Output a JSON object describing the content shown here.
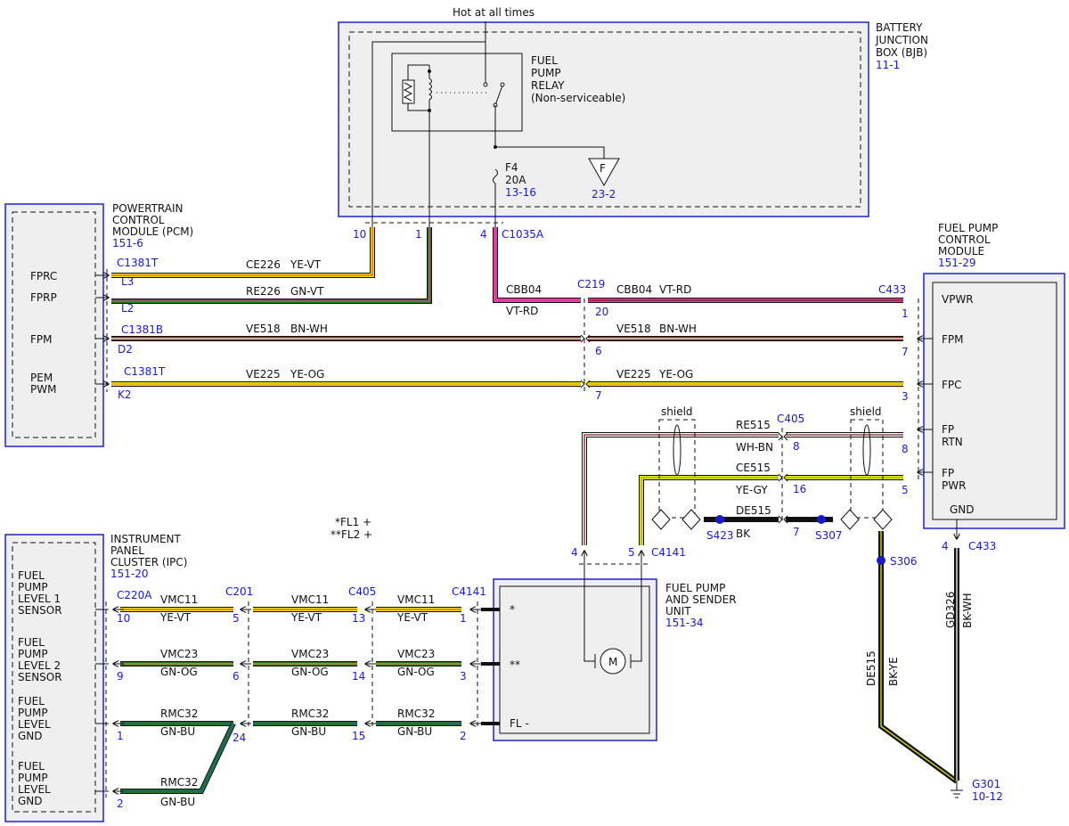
{
  "top_note": "Hot at all times",
  "colors": {
    "module_border": "#2222cc",
    "module_fill": "#efefef",
    "label_blue": "#1a1ad6",
    "ye": "#e8e800",
    "gn": "#1f7a1f",
    "vt": "#e040a0",
    "bn": "#8b1a1a",
    "wh": "#ffffff",
    "og": "#e89a1a",
    "bu": "#1a5ab4",
    "bk": "#111111",
    "gy": "#999999"
  },
  "modules": {
    "bjb": {
      "name": [
        "BATTERY",
        "JUNCTION",
        "BOX (BJB)"
      ],
      "ref": "11-1"
    },
    "pcm": {
      "name": [
        "POWERTRAIN",
        "CONTROL",
        "MODULE (PCM)"
      ],
      "ref": "151-6",
      "pins": [
        "FPRC",
        "FPRP",
        "FPM",
        "PEM",
        "PWM"
      ]
    },
    "fpcm": {
      "name": [
        "FUEL PUMP",
        "CONTROL",
        "MODULE"
      ],
      "ref": "151-29",
      "pins": [
        "VPWR",
        "FPM",
        "FPC",
        "FP",
        "RTN",
        "FP",
        "PWR",
        "GND"
      ]
    },
    "ipc": {
      "name": [
        "INSTRUMENT",
        "PANEL",
        "CLUSTER (IPC)"
      ],
      "ref": "151-20",
      "pins": [
        [
          "FUEL",
          "PUMP",
          "LEVEL 1",
          "SENSOR"
        ],
        [
          "FUEL",
          "PUMP",
          "LEVEL 2",
          "SENSOR"
        ],
        [
          "FUEL",
          "PUMP",
          "LEVEL",
          "GND"
        ],
        [
          "FUEL",
          "PUMP",
          "LEVEL",
          "GND"
        ]
      ]
    },
    "fpsu": {
      "name": [
        "FUEL PUMP",
        "AND SENDER",
        "UNIT"
      ],
      "ref": "151-34",
      "pins": [
        "*",
        "**",
        "FL -"
      ],
      "motor": "M"
    }
  },
  "relay": {
    "lines": [
      "FUEL",
      "PUMP",
      "RELAY",
      "(Non-serviceable)"
    ]
  },
  "fuse": {
    "lines": [
      "F4",
      "20A"
    ],
    "ref": "13-16"
  },
  "ground_ref": {
    "letter": "F",
    "ref": "23-2"
  },
  "footnotes": [
    "*FL1 +",
    "**FL2 +"
  ],
  "shield": "shield",
  "connectors": {
    "c1035a": "C1035A",
    "c1381t_a": "C1381T",
    "c1381b": "C1381B",
    "c1381t_b": "C1381T",
    "c219": "C219",
    "c433_a": "C433",
    "c405_a": "C405",
    "c4141_a": "C4141",
    "c433_b": "C433",
    "c220a": "C220A",
    "c201": "C201",
    "c405_b": "C405",
    "c4141_b": "C4141"
  },
  "splices": {
    "s423": "S423",
    "s307": "S307",
    "s306": "S306"
  },
  "ground": {
    "name": "G301",
    "ref": "10-12"
  },
  "pins": {
    "bjb_10": "10",
    "bjb_1": "1",
    "bjb_4": "4",
    "pcm_l3": "L3",
    "pcm_l2": "L2",
    "pcm_d2": "D2",
    "pcm_k2": "K2",
    "c219_20": "20",
    "c219_6": "6",
    "c219_7": "7",
    "fpcm_1": "1",
    "fpcm_7": "7",
    "fpcm_3": "3",
    "fpcm_8": "8",
    "fpcm_5": "5",
    "fpcm_4": "4",
    "c405_8": "8",
    "c405_16": "16",
    "c405_7": "7",
    "fpsu_4": "4",
    "fpsu_5": "5",
    "ipc_10": "10",
    "ipc_9": "9",
    "ipc_1": "1",
    "ipc_2": "2",
    "c201_5": "5",
    "c201_6": "6",
    "c201_24": "24",
    "c405_13": "13",
    "c405_14": "14",
    "c405_15": "15",
    "c4141_1": "1",
    "c4141_3": "3",
    "c4141_2": "2"
  },
  "wires": {
    "ce226": {
      "circuit": "CE226",
      "color": "YE-VT"
    },
    "re226": {
      "circuit": "RE226",
      "color": "GN-VT"
    },
    "cbb04_a": {
      "circuit": "CBB04",
      "color": "VT-RD"
    },
    "cbb04_b": {
      "circuit": "CBB04",
      "color": "VT-RD"
    },
    "ve518_a": {
      "circuit": "VE518",
      "color": "BN-WH"
    },
    "ve518_b": {
      "circuit": "VE518",
      "color": "BN-WH"
    },
    "ve225_a": {
      "circuit": "VE225",
      "color": "YE-OG"
    },
    "ve225_b": {
      "circuit": "VE225",
      "color": "YE-OG"
    },
    "re515": {
      "circuit": "RE515",
      "color": "WH-BN"
    },
    "ce515": {
      "circuit": "CE515",
      "color": "YE-GY"
    },
    "de515_a": {
      "circuit": "DE515",
      "color": "BK"
    },
    "de515_b": {
      "circuit": "DE515",
      "color": "BK-YE"
    },
    "gd326": {
      "circuit": "GD326",
      "color": "BK-WH"
    },
    "vmc11_a": {
      "circuit": "VMC11",
      "color": "YE-VT"
    },
    "vmc11_b": {
      "circuit": "VMC11",
      "color": "YE-VT"
    },
    "vmc11_c": {
      "circuit": "VMC11",
      "color": "YE-VT"
    },
    "vmc23_a": {
      "circuit": "VMC23",
      "color": "GN-OG"
    },
    "vmc23_b": {
      "circuit": "VMC23",
      "color": "GN-OG"
    },
    "vmc23_c": {
      "circuit": "VMC23",
      "color": "GN-OG"
    },
    "rmc32_a": {
      "circuit": "RMC32",
      "color": "GN-BU"
    },
    "rmc32_b": {
      "circuit": "RMC32",
      "color": "GN-BU"
    },
    "rmc32_c": {
      "circuit": "RMC32",
      "color": "GN-BU"
    },
    "rmc32_d": {
      "circuit": "RMC32",
      "color": "GN-BU"
    }
  }
}
